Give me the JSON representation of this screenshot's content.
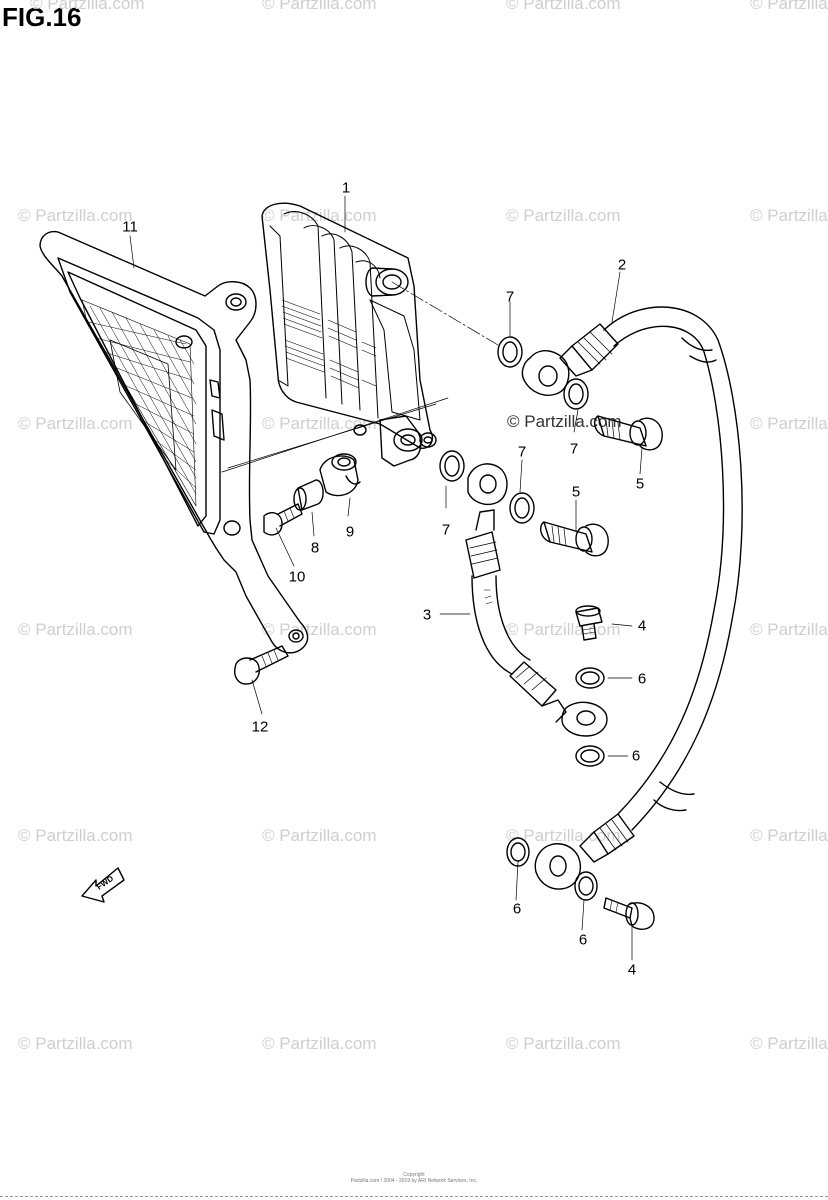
{
  "title": "FIG.16",
  "watermark": "© Partzilla.com",
  "copyright": {
    "line1": "Copyright",
    "line2": "Partzilla.com / 2004 - 2019 by ARI Network Services, Inc."
  },
  "fwd_label": "FWD",
  "callouts": {
    "c1": "1",
    "c2": "2",
    "c3": "3",
    "c4a": "4",
    "c4b": "4",
    "c5a": "5",
    "c5b": "5",
    "c6a": "6",
    "c6b": "6",
    "c6c": "6",
    "c6d": "6",
    "c7a": "7",
    "c7b": "7",
    "c7c": "7",
    "c7d": "7",
    "c8": "8",
    "c9": "9",
    "c10": "10",
    "c11": "11",
    "c12": "12"
  }
}
